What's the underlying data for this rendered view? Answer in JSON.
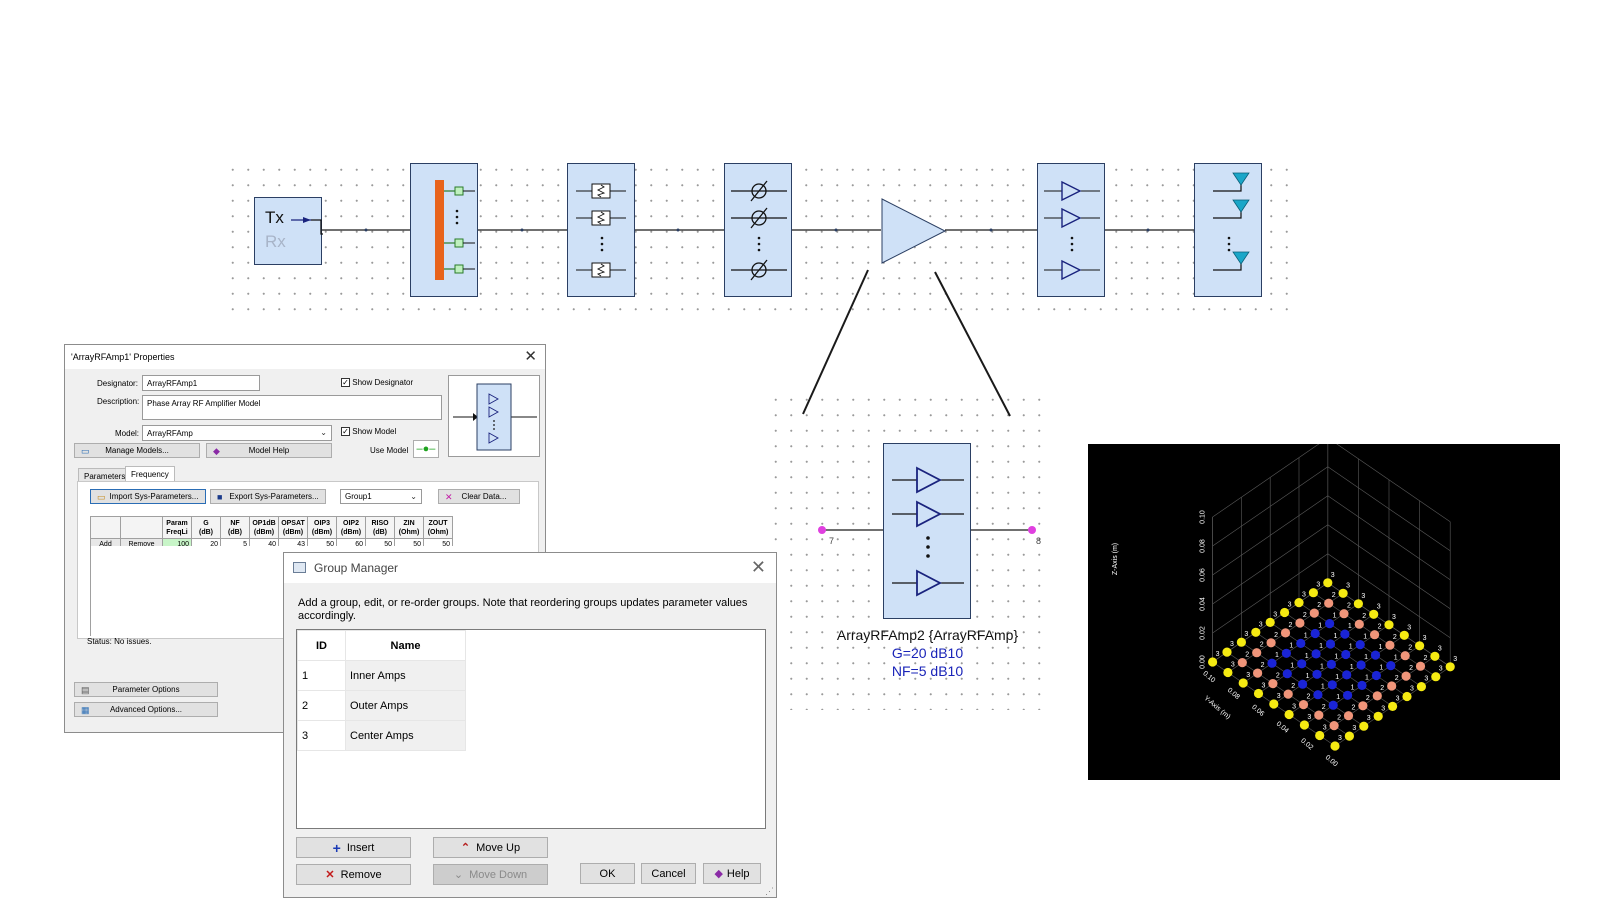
{
  "schematic": {
    "txrx": {
      "tx": "Tx",
      "rx": "Rx"
    },
    "accent_color": "#e8631c",
    "block_fill": "#cfe1f7"
  },
  "zoom_component": {
    "pin_left": "7",
    "pin_right": "8",
    "label": "ArrayRFAmp2 {ArrayRFAmp}",
    "param_g": "G=20 dB10",
    "param_nf": "NF=5 dB10"
  },
  "props_dialog": {
    "title": "'ArrayRFAmp1' Properties",
    "designator_label": "Designator:",
    "designator_value": "ArrayRFAmp1",
    "show_designator": "Show Designator",
    "description_label": "Description:",
    "description_value": "Phase Array RF Amplifier Model",
    "model_label": "Model:",
    "model_value": "ArrayRFAmp",
    "show_model": "Show Model",
    "use_model": "Use Model",
    "manage_models": "Manage Models...",
    "model_help": "Model Help",
    "tab_parameters": "Parameters",
    "tab_frequency": "Frequency",
    "import_btn": "Import Sys-Parameters...",
    "export_btn": "Export Sys-Parameters...",
    "group_select": "Group1",
    "clear_btn": "Clear Data...",
    "grid_headers": [
      [
        "Param",
        "FreqLi"
      ],
      [
        "G",
        "(dB)"
      ],
      [
        "NF",
        "(dB)"
      ],
      [
        "OP1dB",
        "(dBm)"
      ],
      [
        "OPSAT",
        "(dBm)"
      ],
      [
        "OIP3",
        "(dBm)"
      ],
      [
        "OIP2",
        "(dBm)"
      ],
      [
        "RISO",
        "(dB)"
      ],
      [
        "ZIN",
        "(Ohm)"
      ],
      [
        "ZOUT",
        "(Ohm)"
      ]
    ],
    "row_add": "Add",
    "row_remove": "Remove",
    "grid_values": [
      "100",
      "20",
      "5",
      "40",
      "43",
      "50",
      "60",
      "50",
      "50",
      "50"
    ],
    "status": "Status: No issues.",
    "param_options": "Parameter Options",
    "advanced_options": "Advanced Options..."
  },
  "group_manager": {
    "title": "Group Manager",
    "description": "Add a group, edit, or re-order groups. Note that reordering groups updates parameter values accordingly.",
    "col_id": "ID",
    "col_name": "Name",
    "rows": [
      {
        "id": "1",
        "name": "Inner Amps"
      },
      {
        "id": "2",
        "name": "Outer Amps"
      },
      {
        "id": "3",
        "name": "Center Amps"
      }
    ],
    "insert": "Insert",
    "remove": "Remove",
    "move_up": "Move Up",
    "move_down": "Move Down",
    "ok": "OK",
    "cancel": "Cancel",
    "help": "Help"
  },
  "plot3d": {
    "z_axis_label": "Z-Axis (m)",
    "y_axis_label": "Y-Axis (m)",
    "z_ticks": [
      "0.10",
      "0.08",
      "0.06",
      "0.04",
      "0.02",
      "0.00"
    ],
    "y_ticks": [
      "0.10",
      "0.08",
      "0.06",
      "0.04",
      "0.02",
      "0.00"
    ],
    "group_colors": {
      "1": "#1a24d6",
      "2": "#f0957a",
      "3": "#f5ea12"
    },
    "grid_size": 9
  }
}
